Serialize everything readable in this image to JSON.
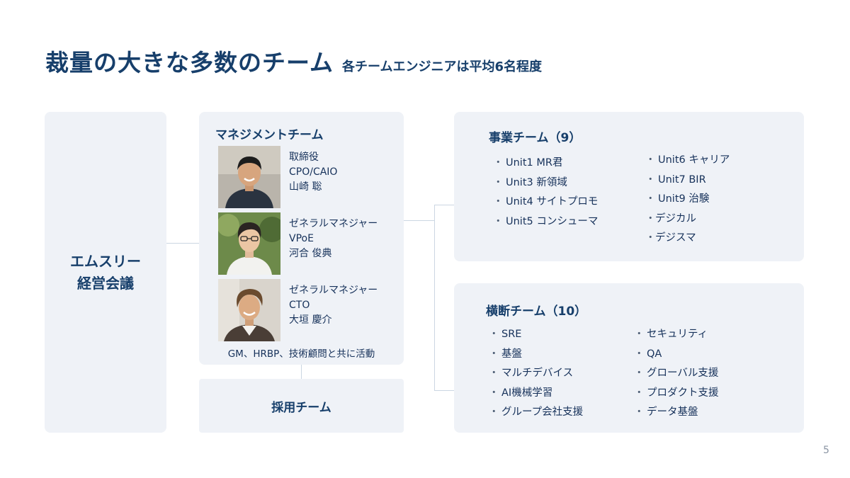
{
  "header": {
    "title": "裁量の大きな多数のチーム",
    "subtitle": "各チームエンジニアは平均6名程度"
  },
  "exec": {
    "line1": "エムスリー",
    "line2": "経営会議"
  },
  "management": {
    "title": "マネジメントチーム",
    "people": [
      {
        "lines": [
          "取締役",
          "CPO/CAIO",
          "山崎 聡"
        ]
      },
      {
        "lines": [
          "ゼネラルマネジャー",
          "VPoE",
          "河合 俊典"
        ]
      },
      {
        "lines": [
          "ゼネラルマネジャー",
          "CTO",
          "大垣 慶介"
        ]
      }
    ],
    "note": "GM、HRBP、技術顧問と共に活動"
  },
  "recruit": {
    "label": "採用チーム"
  },
  "business": {
    "title": "事業チーム（9）",
    "left": [
      "Unit1 MR君",
      "Unit3 新領域",
      "Unit4 サイトプロモ",
      "Unit5 コンシューマ"
    ],
    "right": [
      "Unit6 キャリア",
      "Unit7 BIR",
      "Unit9 治験",
      "デジカル",
      "デジスマ"
    ]
  },
  "cross": {
    "title": "横断チーム（10）",
    "left": [
      "SRE",
      "基盤",
      "マルチデバイス",
      "AI機械学習",
      "グループ会社支援"
    ],
    "right": [
      "セキュリティ",
      "QA",
      "グローバル支援",
      "プロダクト支援",
      "データ基盤"
    ]
  },
  "bullet": "・",
  "page": {
    "number": "5"
  },
  "colors": {
    "navy": "#173f6b",
    "panel": "#eff2f7",
    "connector": "#cbd6e2"
  }
}
